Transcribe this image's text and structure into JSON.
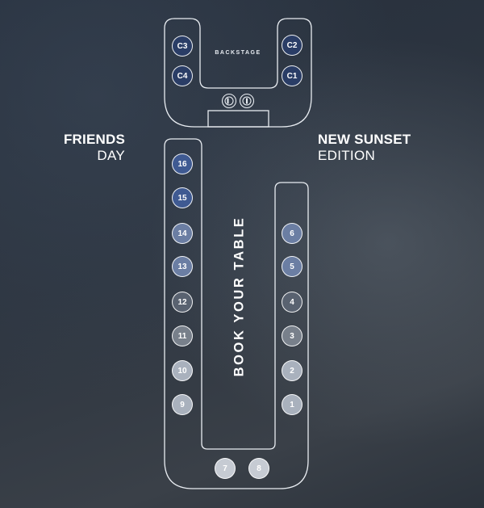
{
  "labels": {
    "left": {
      "line1": "FRIENDS",
      "line2": "DAY"
    },
    "right": {
      "line1": "NEW SUNSET",
      "line2": "EDITION"
    },
    "backstage": "BACKSTAGE",
    "cta": "BOOK YOUR TABLE"
  },
  "colors": {
    "outline": "#e9edf2",
    "navy": "#2a3d66",
    "blue": "#3f5a92",
    "steel": "#6b7ea3",
    "slate": "#596270",
    "grey": "#78808b",
    "light": "#a9b1bd",
    "pale": "#c6cbd3"
  },
  "tables": {
    "c3": "C3",
    "c2": "C2",
    "c4": "C4",
    "c1": "C1",
    "t16": "16",
    "t15": "15",
    "t14": "14",
    "t13": "13",
    "t12": "12",
    "t11": "11",
    "t10": "10",
    "t9": "9",
    "t6": "6",
    "t5": "5",
    "t4": "4",
    "t3": "3",
    "t2": "2",
    "t1": "1",
    "t7": "7",
    "t8": "8"
  },
  "icons": {
    "speaker_left": "speaker-icon",
    "speaker_right": "speaker-icon"
  }
}
